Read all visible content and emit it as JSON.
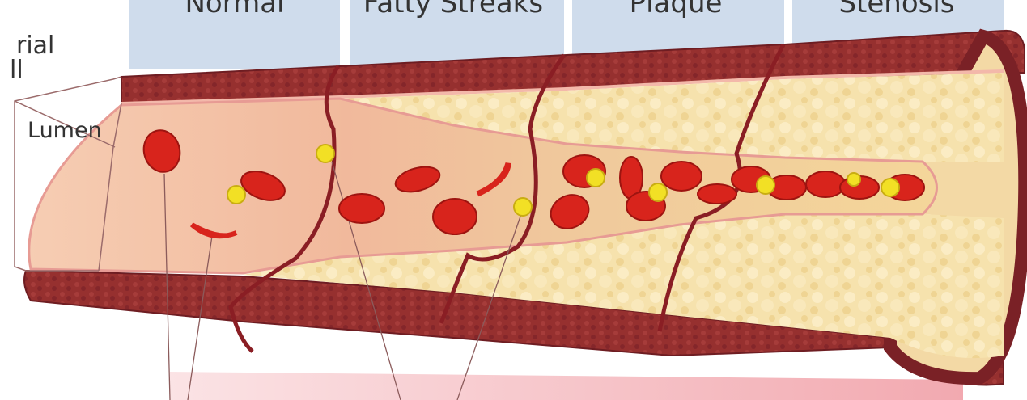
{
  "stage_headers": [
    "Normal",
    "Fatty Streaks",
    "Plaque",
    "Stenosis"
  ],
  "labels": {
    "arterial_wall_partial_1": "rial",
    "arterial_wall_partial_2": "ll",
    "lumen": "Lumen"
  },
  "colors": {
    "header_panel": "#cfdcec",
    "vessel_wall": "#8e2a2e",
    "lumen_normal": "#f1c0a4",
    "plaque": "#f4dca2",
    "red_blood_cell": "#d8241c",
    "platelet": "#f2e025",
    "bottom_band": "#f5c4c8"
  }
}
